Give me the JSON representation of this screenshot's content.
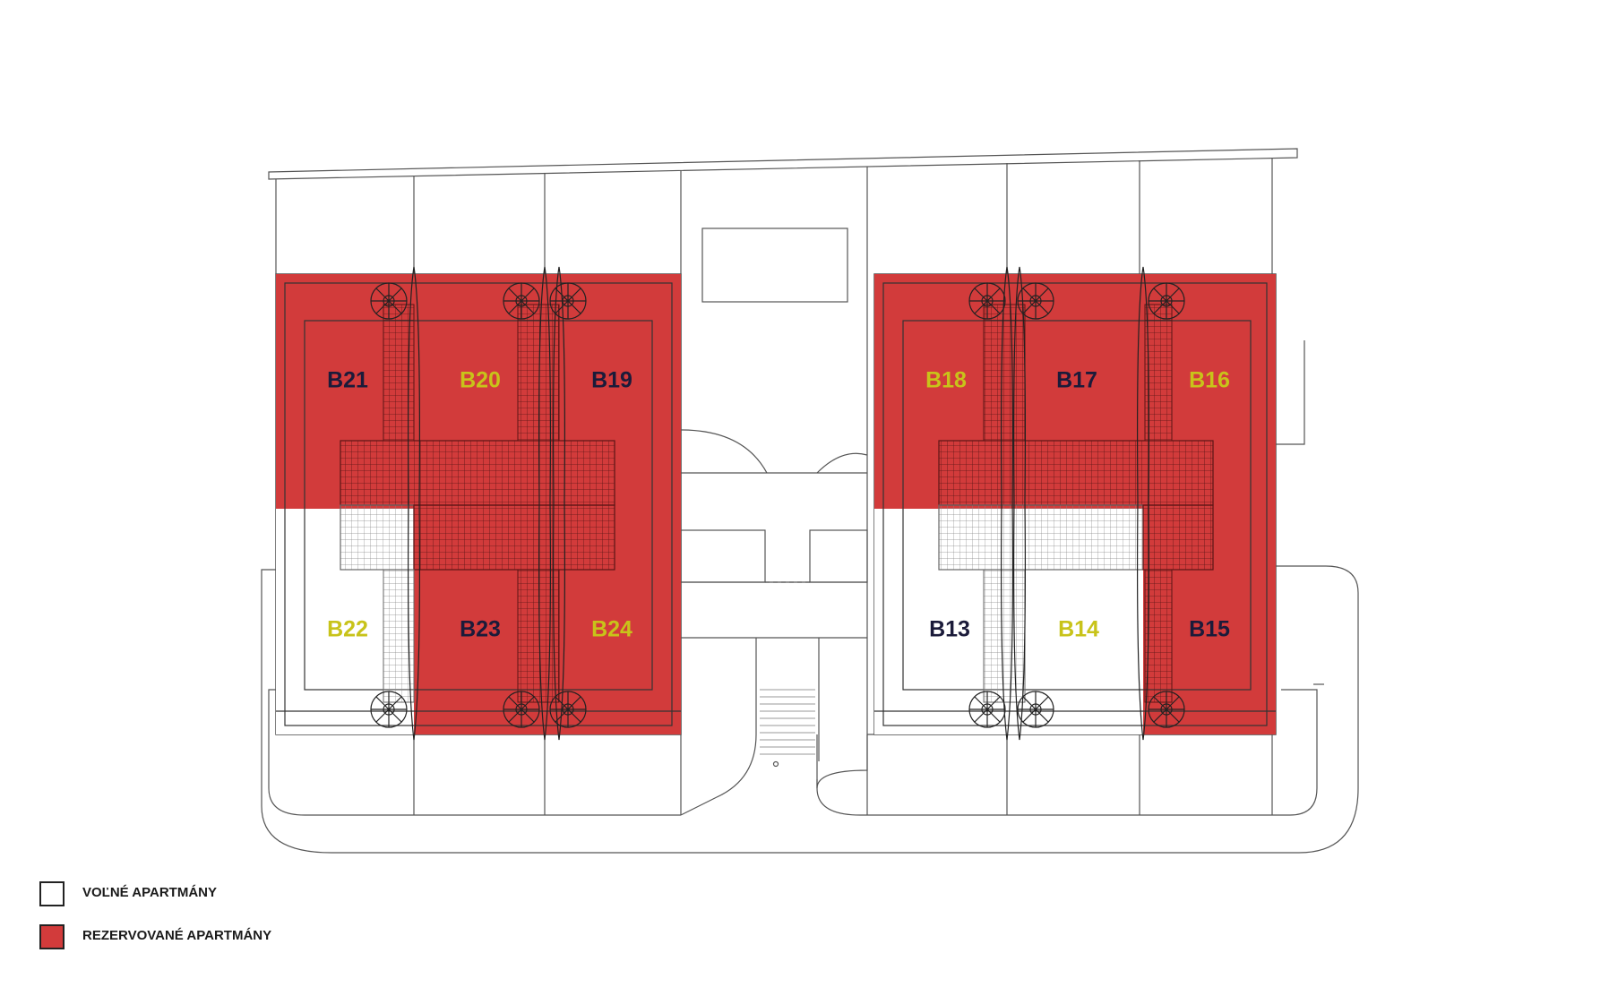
{
  "colors": {
    "reserved": "#d23b3b",
    "free": "#ffffff",
    "line": "#555555",
    "label_dark": "#1b1b3a",
    "label_yellow": "#c8c31a"
  },
  "units": [
    {
      "id": "B21",
      "label": "B21",
      "status": "reserved",
      "label_color": "dark"
    },
    {
      "id": "B20",
      "label": "B20",
      "status": "reserved",
      "label_color": "yellow"
    },
    {
      "id": "B19",
      "label": "B19",
      "status": "reserved",
      "label_color": "dark"
    },
    {
      "id": "B22",
      "label": "B22",
      "status": "free",
      "label_color": "yellow"
    },
    {
      "id": "B23",
      "label": "B23",
      "status": "reserved",
      "label_color": "dark"
    },
    {
      "id": "B24",
      "label": "B24",
      "status": "reserved",
      "label_color": "yellow"
    },
    {
      "id": "B18",
      "label": "B18",
      "status": "reserved",
      "label_color": "yellow"
    },
    {
      "id": "B17",
      "label": "B17",
      "status": "reserved",
      "label_color": "dark"
    },
    {
      "id": "B16",
      "label": "B16",
      "status": "reserved",
      "label_color": "yellow"
    },
    {
      "id": "B13",
      "label": "B13",
      "status": "free",
      "label_color": "dark"
    },
    {
      "id": "B14",
      "label": "B14",
      "status": "free",
      "label_color": "yellow"
    },
    {
      "id": "B15",
      "label": "B15",
      "status": "reserved",
      "label_color": "dark"
    }
  ],
  "legend": {
    "free": {
      "label": "VOĽNÉ APARTMÁNY"
    },
    "reserved": {
      "label": "REZERVOVANÉ APARTMÁNY"
    }
  }
}
